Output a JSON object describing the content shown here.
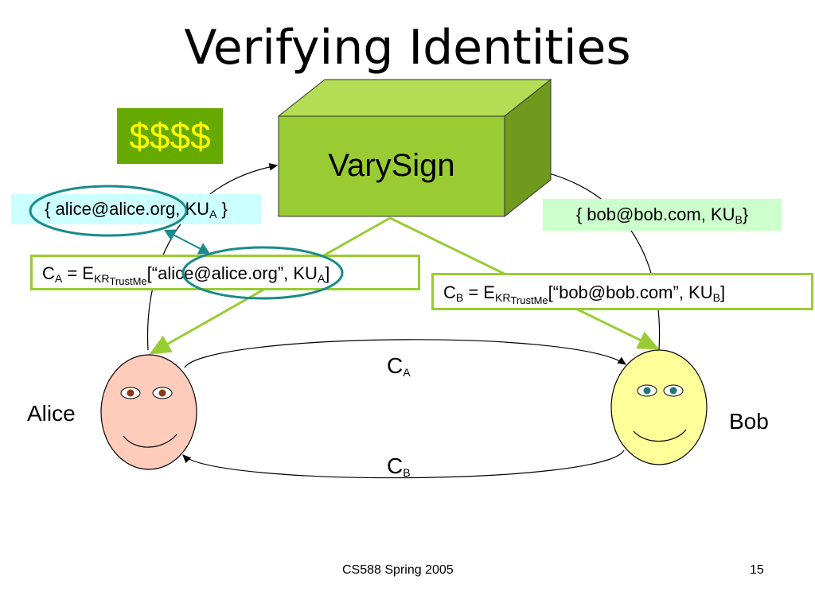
{
  "slide": {
    "title": "Verifying Identities",
    "money": "$$$$",
    "authority": {
      "name": "VarySign"
    },
    "alice": {
      "name": "Alice",
      "key_binding": {
        "open": "{ alice@alice.org, KU",
        "sub": "A",
        "close": " }"
      },
      "certificate": {
        "c": "C",
        "c_sub": "A",
        "eq": " = E",
        "e_sub": "KR",
        "e_sub2": "TrustMe",
        "body": "[“alice@alice.org”, KU",
        "body_sub": "A",
        "close": "]"
      }
    },
    "bob": {
      "name": "Bob",
      "key_binding": {
        "open": "{ bob@bob.com, KU",
        "sub": "B",
        "close": "}"
      },
      "certificate": {
        "c": "C",
        "c_sub": "B",
        "eq": " = E",
        "e_sub": "KR",
        "e_sub2": "TrustMe",
        "body": "[“bob@bob.com”, KU",
        "body_sub": "B",
        "close": "]"
      }
    },
    "exchange": {
      "to_bob": {
        "c": "C",
        "sub": "A"
      },
      "to_alice": {
        "c": "C",
        "sub": "B"
      }
    },
    "footer": {
      "course": "CS588 Spring 2005",
      "page": "15"
    }
  },
  "colors": {
    "box_front": "#99cc33",
    "box_top": "#b3dd55",
    "box_side": "#6f9a1e",
    "money_bg": "#66aa00",
    "money_text": "#ffff00",
    "cert_border": "#99cc33",
    "alice_face": "#ffccbb",
    "bob_face": "#ffff99",
    "circle_highlight": "#1a8a8a",
    "cert_line": "#99cc33"
  }
}
